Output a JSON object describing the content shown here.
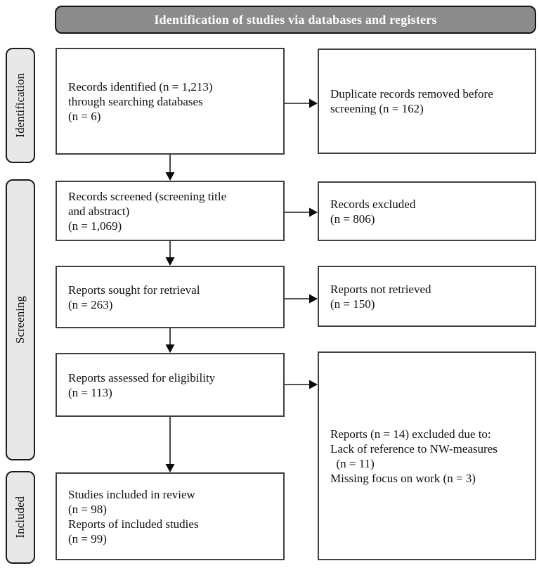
{
  "header": {
    "title": "Identification of studies via databases and registers"
  },
  "colors": {
    "header_bg": "#8b8b8b",
    "stage_bg": "#e8e8e8",
    "box_border": "#3f3f3f"
  },
  "stages": [
    {
      "label": "Identification"
    },
    {
      "label": "Screening"
    },
    {
      "label": "Included"
    }
  ],
  "flow": {
    "left_boxes": [
      {
        "text": "Records identified (n = 1,213)\nthrough searching databases\n(n = 6)"
      },
      {
        "text": "Records screened (screening title\nand abstract)\n(n = 1,069)"
      },
      {
        "text": "Reports sought for retrieval\n(n = 263)"
      },
      {
        "text": "Reports assessed for eligibility\n(n = 113)"
      },
      {
        "text": "Studies included in review\n(n = 98)\nReports of included studies\n(n = 99)"
      }
    ],
    "right_boxes": [
      {
        "text": "Duplicate records removed before\nscreening (n = 162)"
      },
      {
        "text": "Records excluded\n(n = 806)"
      },
      {
        "text": "Reports not retrieved\n(n = 150)"
      },
      {
        "text": "Reports (n = 14) excluded due to:\nLack of reference to NW-measures\n  (n = 11)\nMissing focus on work (n = 3)"
      }
    ]
  }
}
